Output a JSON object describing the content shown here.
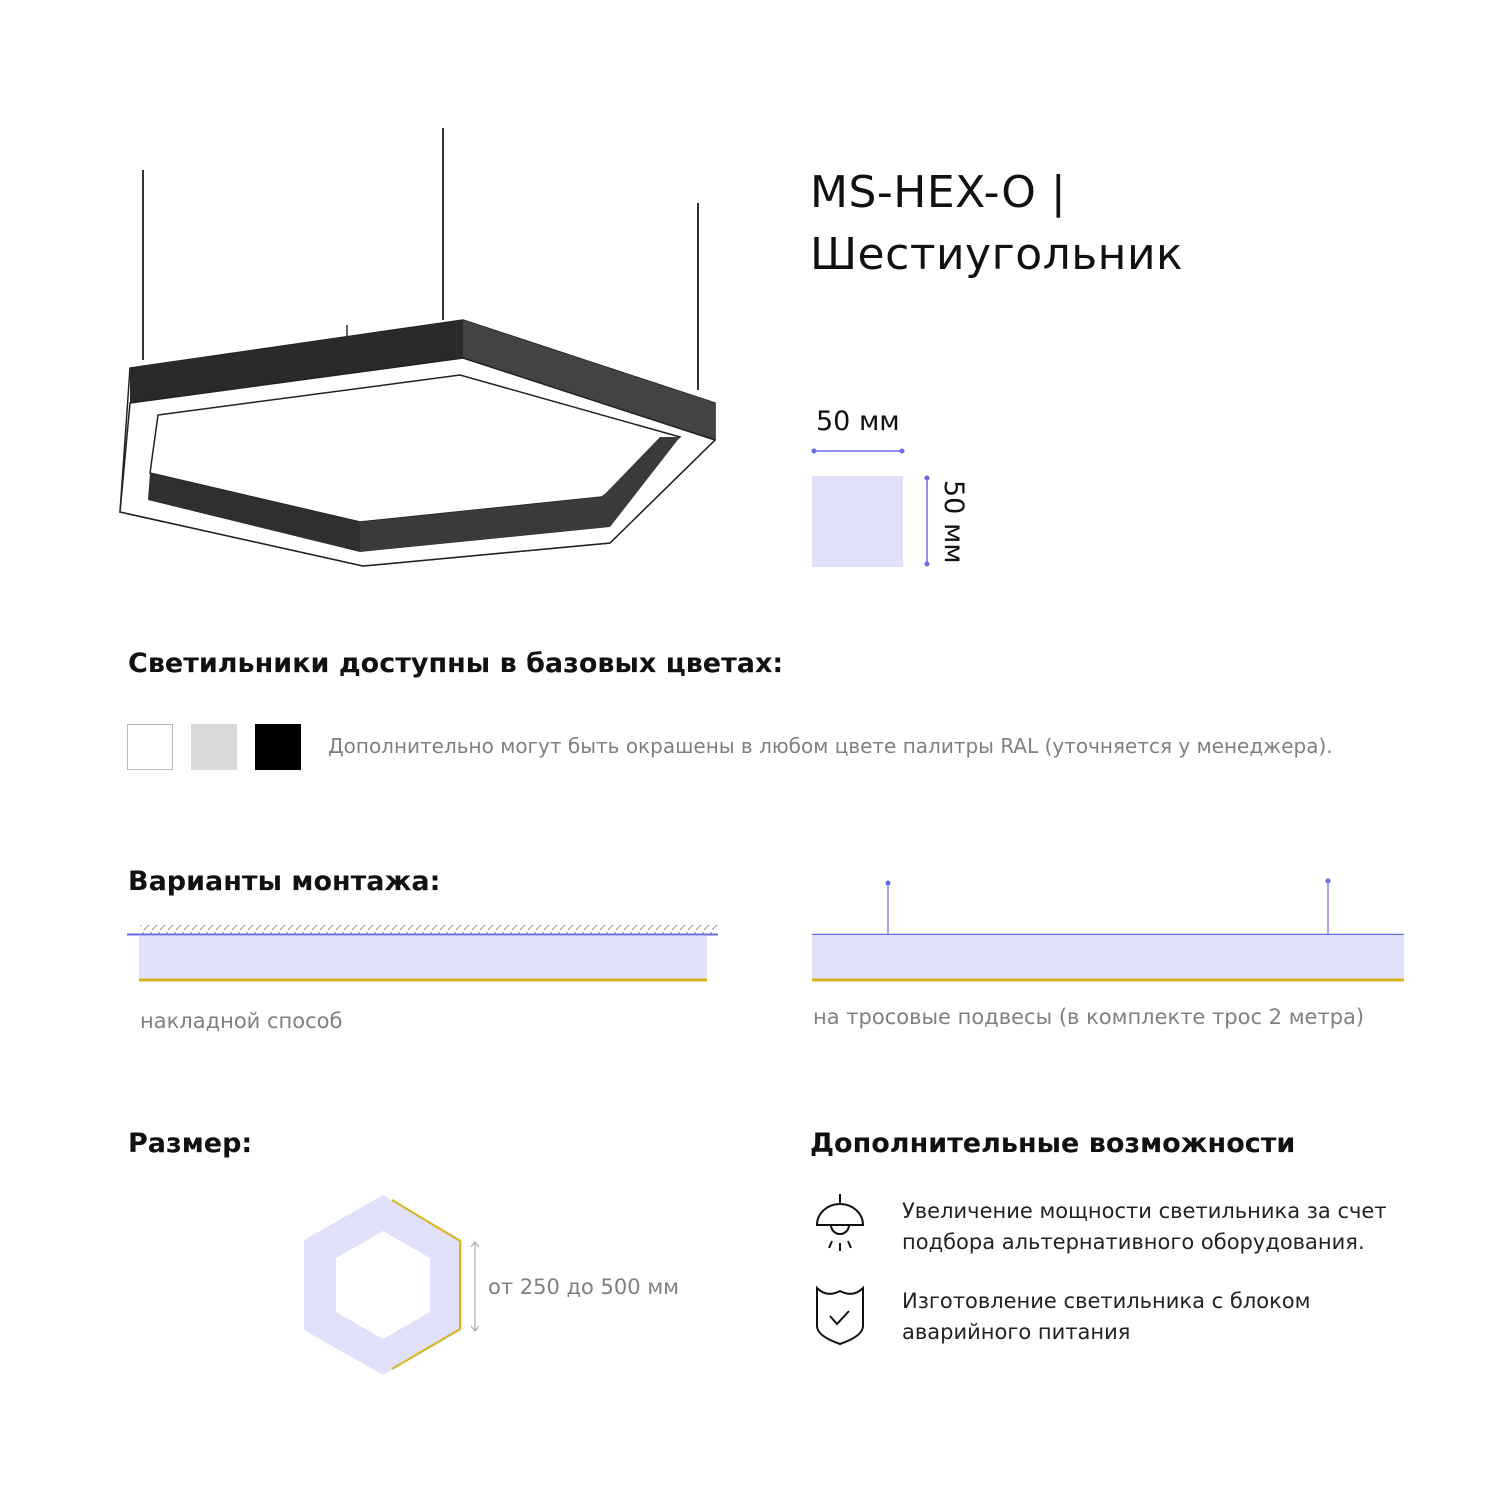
{
  "product": {
    "title_line1": "MS-HEX-O |",
    "title_line2": "Шестиугольник"
  },
  "profile": {
    "width_label": "50 мм",
    "height_label": "50 мм"
  },
  "colors": {
    "heading": "Светильники доступны в базовых цветах:",
    "swatches": [
      "#ffffff",
      "#d9d9d9",
      "#000000"
    ],
    "note": "Дополнительно могут быть окрашены в любом цвете палитры RAL (уточняется у менеджера)."
  },
  "mounting": {
    "heading": "Варианты монтажа:",
    "surface_label": "накладной способ",
    "suspended_label": "на тросовые подвесы (в комплекте трос 2 метра)"
  },
  "size": {
    "heading": "Размер:",
    "range_label": "от 250 до 500 мм"
  },
  "extras": {
    "heading": "Дополнительные возможности",
    "items": [
      {
        "icon": "pendant-lamp-icon",
        "line1": "Увеличение мощности светильника за счет",
        "line2": "подбора альтернативного оборудования."
      },
      {
        "icon": "shield-check-icon",
        "line1": "Изготовление светильника с блоком",
        "line2": "аварийного питания"
      }
    ]
  },
  "palette": {
    "accent": "#6b6bea",
    "profile_fill": "#e1e1fb",
    "led": "#d9b51c"
  }
}
